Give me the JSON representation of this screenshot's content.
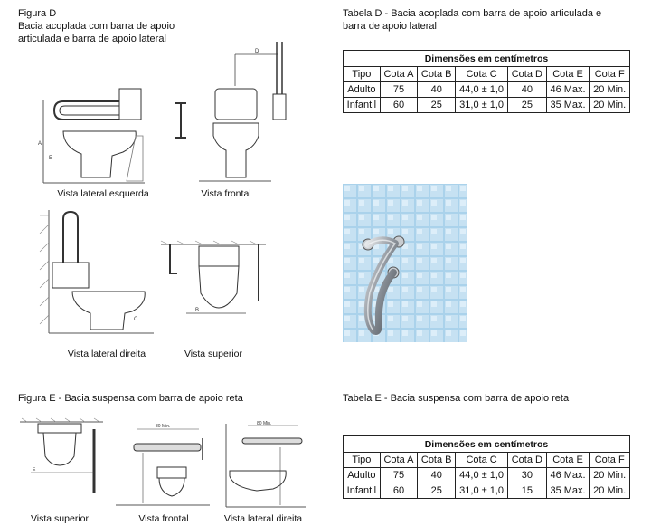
{
  "figure_d": {
    "label": "Figura D",
    "title_line1": "Bacia acoplada com barra de apoio",
    "title_line2": "articulada e barra de apoio lateral",
    "views": {
      "left": "Vista lateral esquerda",
      "front": "Vista frontal",
      "right": "Vista lateral direita",
      "top": "Vista superior"
    },
    "dim_labels": {
      "a": "A",
      "b": "B",
      "c": "C",
      "d": "D",
      "e": "E"
    }
  },
  "table_d": {
    "title_line1": "Tabela D - Bacia acoplada com barra de apoio articulada e",
    "title_line2": "barra de apoio lateral",
    "header": "Dimensões em centímetros",
    "columns": [
      "Tipo",
      "Cota A",
      "Cota B",
      "Cota C",
      "Cota D",
      "Cota E",
      "Cota F"
    ],
    "rows": [
      [
        "Adulto",
        "75",
        "40",
        "44,0 ± 1,0",
        "40",
        "46 Max.",
        "20 Min."
      ],
      [
        "Infantil",
        "60",
        "25",
        "31,0 ± 1,0",
        "25",
        "35 Max.",
        "20 Min."
      ]
    ]
  },
  "figure_e": {
    "title": "Figura E - Bacia suspensa com barra de apoio reta",
    "views": {
      "top": "Vista superior",
      "front": "Vista frontal",
      "right": "Vista lateral direita"
    },
    "dim_note": "80 Min."
  },
  "table_e": {
    "title": "Tabela E - Bacia suspensa com barra de apoio reta",
    "header": "Dimensões em centímetros",
    "columns": [
      "Tipo",
      "Cota A",
      "Cota B",
      "Cota C",
      "Cota D",
      "Cota E",
      "Cota F"
    ],
    "rows": [
      [
        "Adulto",
        "75",
        "40",
        "44,0 ± 1,0",
        "30",
        "46 Max.",
        "20 Min."
      ],
      [
        "Infantil",
        "60",
        "25",
        "31,0 ± 1,0",
        "15",
        "35 Max.",
        "20 Min."
      ]
    ]
  },
  "colors": {
    "tile_light": "#dcedf8",
    "tile_blue": "#9ccbe8",
    "grout": "#ffffff",
    "steel": "#9aa0a8",
    "hatch": "#777777"
  }
}
